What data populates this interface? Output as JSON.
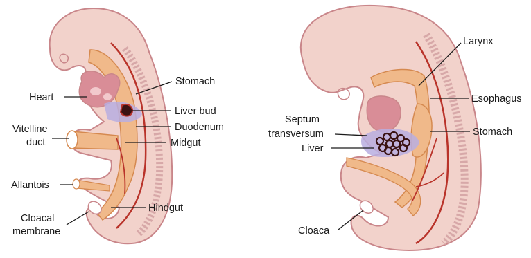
{
  "left_embryo": {
    "labels": {
      "stomach": "Stomach",
      "heart": "Heart",
      "liver_bud": "Liver bud",
      "vitelline_line1": "Vitelline",
      "vitelline_line2": "duct",
      "duodenum": "Duodenum",
      "midgut": "Midgut",
      "allantois": "Allantois",
      "hindgut": "Hindgut",
      "cloacal_line1": "Cloacal",
      "cloacal_line2": "membrane"
    }
  },
  "right_embryo": {
    "labels": {
      "larynx": "Larynx",
      "esophagus": "Esophagus",
      "septum_line1": "Septum",
      "septum_line2": "transversum",
      "stomach": "Stomach",
      "liver": "Liver",
      "cloaca": "Cloaca"
    }
  },
  "colors": {
    "skin": "#f2d2cb",
    "outline": "#c9868a",
    "gut": "#f0b98a",
    "gut_outline": "#d5894f",
    "vessel": "#b9332a",
    "heart": "#d98d97",
    "liver_violet": "#a89ad0",
    "leader_line": "#1a1a1a"
  }
}
